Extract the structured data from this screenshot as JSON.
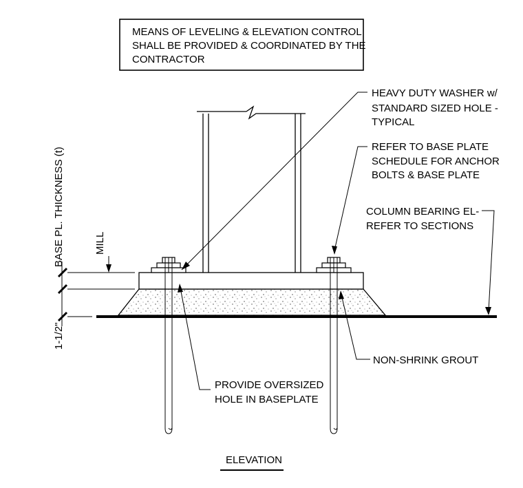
{
  "note_box": {
    "lines": [
      "MEANS OF LEVELING & ELEVATION CONTROL",
      "SHALL BE PROVIDED & COORDINATED BY THE",
      "CONTRACTOR"
    ]
  },
  "callouts": {
    "washer": [
      "HEAVY DUTY WASHER w/",
      "STANDARD SIZED HOLE -",
      "TYPICAL"
    ],
    "base_plate_schedule": [
      "REFER TO BASE PLATE",
      "SCHEDULE FOR ANCHOR",
      "BOLTS & BASE PLATE"
    ],
    "column_bearing": [
      "COLUMN BEARING EL-",
      "REFER TO SECTIONS"
    ],
    "grout": "NON-SHRINK GROUT",
    "oversized_hole": [
      "PROVIDE OVERSIZED",
      "HOLE IN BASEPLATE"
    ]
  },
  "dimensions": {
    "mill": "MILL",
    "base_plate_thickness": "BASE PL. THICKNESS (t)",
    "grout_depth": "1-1/2\""
  },
  "title": "ELEVATION"
}
